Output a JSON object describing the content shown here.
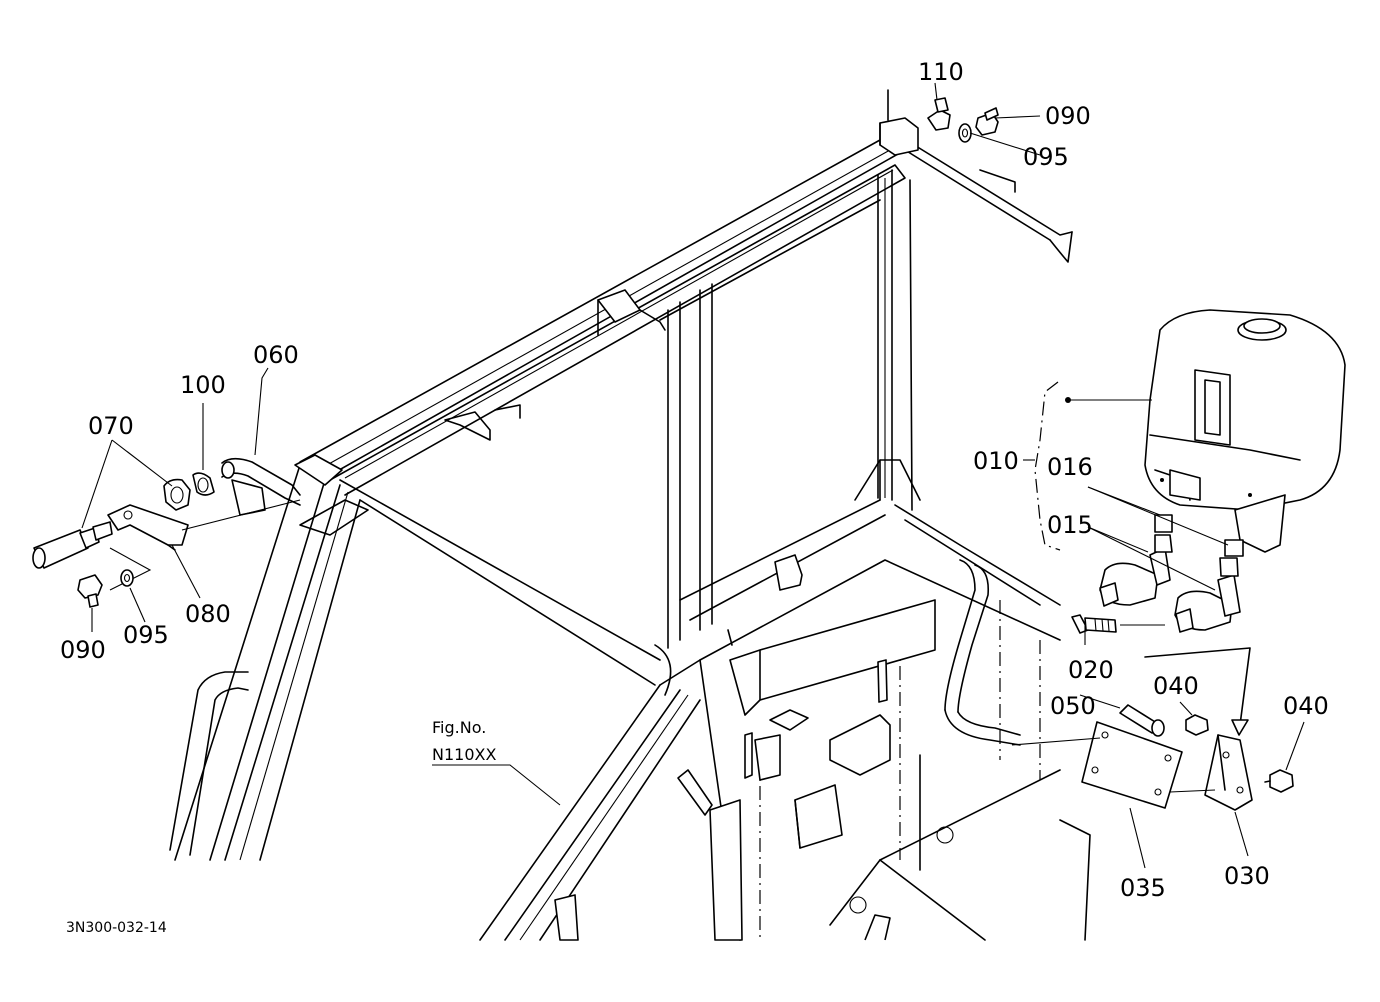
{
  "diagram": {
    "drawing_code": "3N300-032-14",
    "figure_reference": {
      "caption": "Fig.No.",
      "number": "N110XX"
    },
    "part_labels": {
      "p110": "110",
      "p090_top": "090",
      "p095_top": "095",
      "p060": "060",
      "p100": "100",
      "p070": "070",
      "p080": "080",
      "p090_left": "090",
      "p095_left": "095",
      "p010": "010",
      "p016": "016",
      "p015": "015",
      "p020": "020",
      "p050": "050",
      "p040_a": "040",
      "p040_b": "040",
      "p035": "035",
      "p030": "030"
    }
  }
}
